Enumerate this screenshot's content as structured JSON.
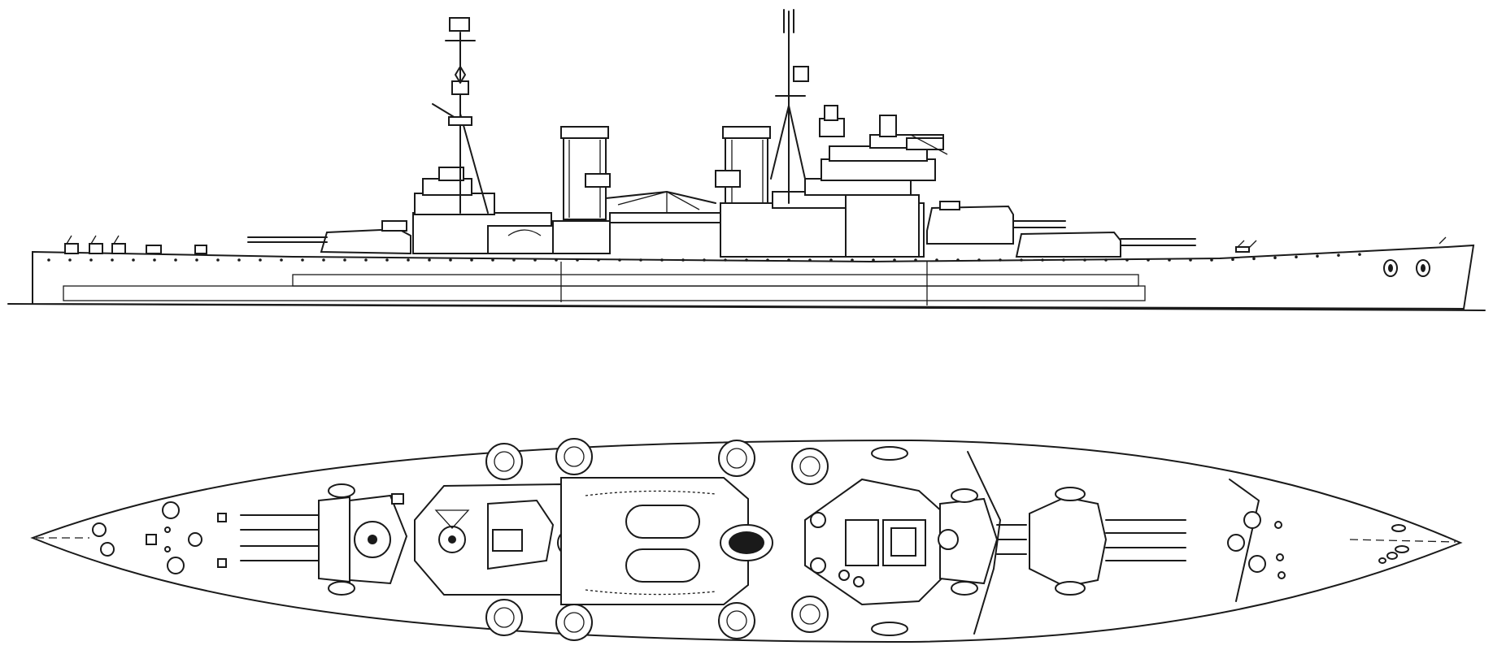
{
  "drawing": {
    "subject": "battleship",
    "views": [
      "profile",
      "plan"
    ]
  },
  "colors": {
    "ink": "#1a1a1a",
    "paper": "#ffffff"
  }
}
